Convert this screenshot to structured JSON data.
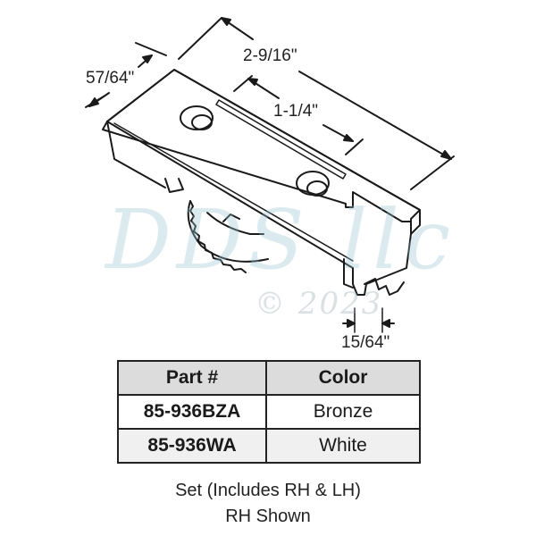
{
  "diagram": {
    "subject": "sliding window roller assembly",
    "dimensions": {
      "width": "57/64\"",
      "length": "2-9/16\"",
      "slot_length": "1-1/4\"",
      "gap": "15/64\""
    },
    "watermark": {
      "text": "DDS llc",
      "copyright": "© 2023"
    }
  },
  "table": {
    "headers": [
      "Part #",
      "Color"
    ],
    "rows": [
      {
        "part": "85-936BZA",
        "color": "Bronze"
      },
      {
        "part": "85-936WA",
        "color": "White"
      }
    ]
  },
  "caption": {
    "line1": "Set (Includes RH & LH)",
    "line2": "RH Shown"
  },
  "colors": {
    "line": "#1a1a1a",
    "header_bg": "#dcdcdc",
    "alt_row_bg": "#f0f0f0",
    "watermark": "#96c3d2"
  }
}
